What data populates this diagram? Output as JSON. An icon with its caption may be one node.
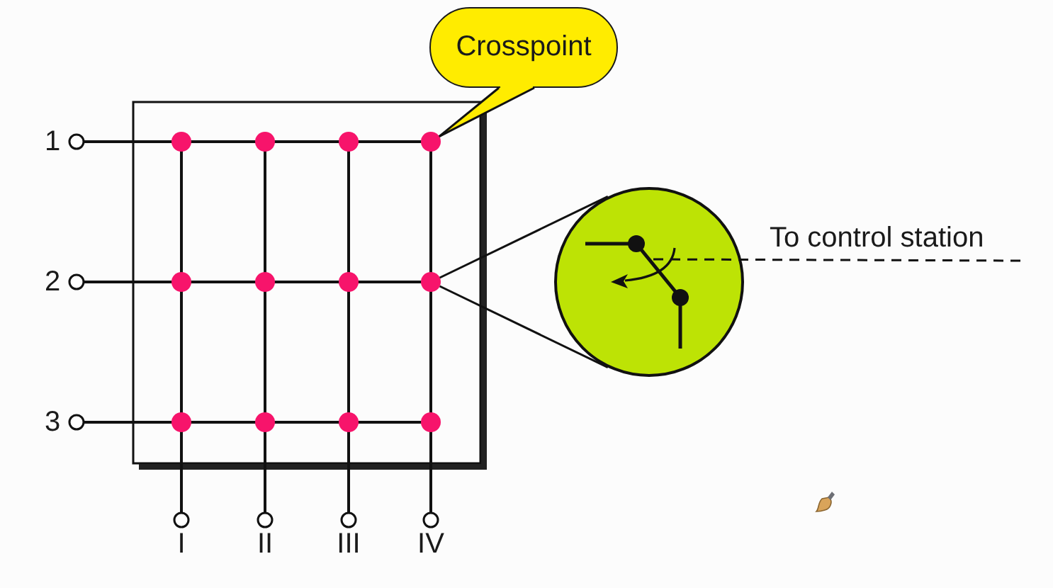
{
  "diagram": {
    "nodes": [
      {
        "text": [
          "Crosspoint"
        ]
      },
      {
        "text": [],
        "shape": "circle"
      },
      {
        "text": [],
        "shape": "circle"
      },
      {
        "text": [],
        "shape": "circle"
      }
    ],
    "edges": [
      {
        "from": 0,
        "to": 1,
        "arrow": "none"
      },
      {
        "from": 2,
        "to": 3,
        "arrow": "none"
      },
      {
        "from": 2,
        "to": 3,
        "arrow": "none"
      },
      {
        "from": 3,
        "to": null,
        "arrow": "none",
        "label": "To control station",
        "style": "dashed"
      }
    ],
    "labels": [
      "1",
      "2",
      "3",
      "I",
      "II",
      "III",
      "IV"
    ]
  }
}
